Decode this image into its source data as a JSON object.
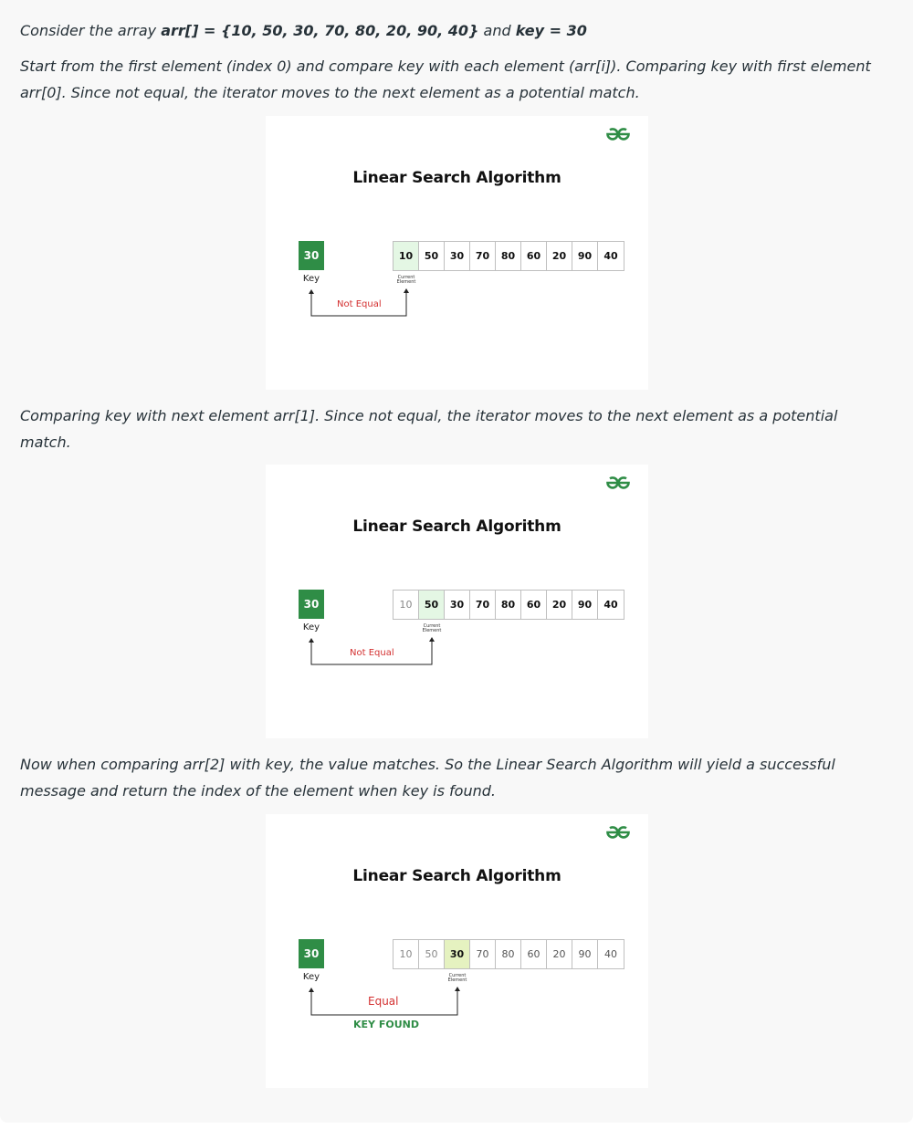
{
  "intro": {
    "text_pre": "Consider the array ",
    "arr": "arr[] = {10, 50, 30, 70, 80, 20, 90, 40}",
    "text_mid": " and ",
    "key": "key = 30"
  },
  "step1_text": "Start from the first element (index 0) and compare key with each element (arr[i]). Comparing key with first element arr[0]. Since not equal, the iterator moves to the next element as a potential match.",
  "step2_text": "Comparing key with next element arr[1]. Since not equal, the iterator moves to the next element as a potential match.",
  "step3_text": "Now when comparing arr[2] with key, the value matches. So the Linear Search Algorithm will yield a successful message and return the index of the element when key is found.",
  "figures": [
    {
      "title": "Linear Search Algorithm",
      "key_value": "30",
      "key_label": "Key",
      "array": [
        "10",
        "50",
        "30",
        "70",
        "80",
        "60",
        "20",
        "90",
        "40"
      ],
      "current_index": 0,
      "current_label": [
        "Current",
        "Element"
      ],
      "status": "Not Equal",
      "result": ""
    },
    {
      "title": "Linear Search Algorithm",
      "key_value": "30",
      "key_label": "Key",
      "array": [
        "10",
        "50",
        "30",
        "70",
        "80",
        "60",
        "20",
        "90",
        "40"
      ],
      "current_index": 1,
      "current_label": [
        "Current",
        "Element"
      ],
      "status": "Not Equal",
      "result": ""
    },
    {
      "title": "Linear Search Algorithm",
      "key_value": "30",
      "key_label": "Key",
      "array": [
        "10",
        "50",
        "30",
        "70",
        "80",
        "60",
        "20",
        "90",
        "40"
      ],
      "current_index": 2,
      "current_label": [
        "Current",
        "Element"
      ],
      "status": "Equal",
      "result": "KEY FOUND"
    }
  ],
  "colors": {
    "key_box": "#2f8d46",
    "current_cell": "#e4f7e4",
    "match_cell": "#e5f2c0",
    "status_text": "#d32f2f",
    "found_text": "#2f8d46",
    "logo": "#2f8d46"
  },
  "icons": {
    "logo": "geeksforgeeks-logo-icon",
    "arrow": "arrow-up-icon"
  }
}
